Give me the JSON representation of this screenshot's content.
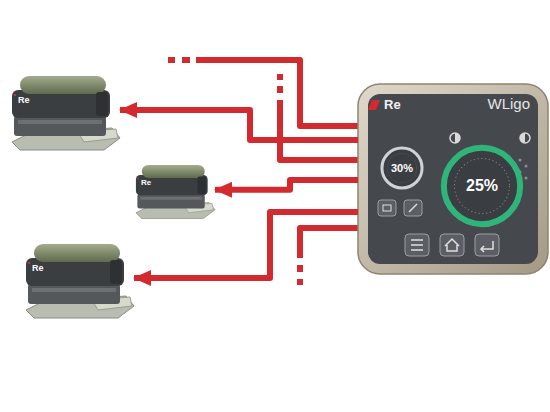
{
  "diagram": {
    "nodes": [
      {
        "text": [
          "Re",
          "WLigo"
        ]
      },
      {
        "text": [
          "30%"
        ],
        "in": 0
      },
      {
        "text": [
          "25%"
        ],
        "in": 0
      },
      {
        "text": [
          "Re"
        ]
      },
      {
        "text": [
          "Re"
        ]
      },
      {
        "text": [
          "Re"
        ]
      }
    ],
    "edges": [
      {
        "from": 0,
        "to": 3,
        "arrow": "to"
      },
      {
        "from": 0,
        "to": 4,
        "arrow": "to"
      },
      {
        "from": 0,
        "to": 5,
        "arrow": "to"
      }
    ]
  }
}
